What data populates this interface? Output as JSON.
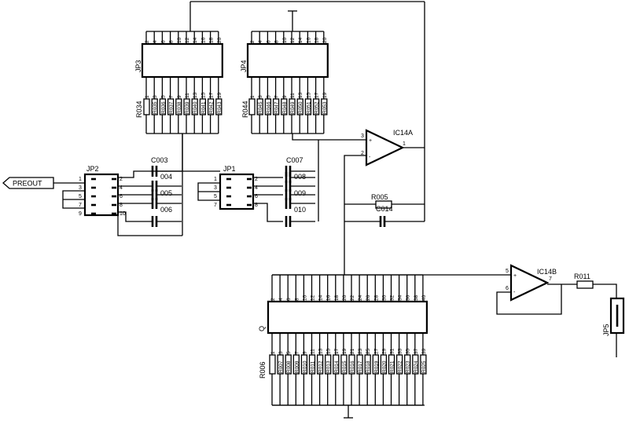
{
  "labels": {
    "preout": "PREOUT",
    "jp2": "JP2",
    "jp1": "JP1",
    "jp3": "JP3",
    "jp4": "JP4",
    "jp5": "JP5",
    "q": "Q",
    "ic14a": "IC14A",
    "ic14b": "IC14B",
    "c003": "C003",
    "c004": "004",
    "c005": "005",
    "c006": "006",
    "c007": "C007",
    "c008": "008",
    "c009": "009",
    "c010": "010",
    "c014": "C014",
    "r005": "R005",
    "r011": "R011",
    "r034": "R034",
    "r044": "R044",
    "r006": "R006"
  },
  "pins": {
    "jp_left": [
      "1",
      "3",
      "5",
      "7",
      "9"
    ],
    "jp_right": [
      "2",
      "4",
      "6",
      "8",
      "10"
    ],
    "header_top_20": [
      "2",
      "4",
      "6",
      "8",
      "10",
      "12",
      "14",
      "16",
      "18",
      "20"
    ],
    "header_bottom_20": [
      "1",
      "3",
      "5",
      "7",
      "9",
      "11",
      "13",
      "15",
      "17",
      "19"
    ],
    "header_top_40": [
      "2",
      "4",
      "6",
      "8",
      "10",
      "12",
      "14",
      "16",
      "18",
      "20",
      "22",
      "24",
      "26",
      "28",
      "30",
      "32",
      "34",
      "36",
      "38",
      "40"
    ],
    "header_bottom_40": [
      "1",
      "3",
      "5",
      "7",
      "9",
      "11",
      "13",
      "15",
      "17",
      "19",
      "21",
      "23",
      "25",
      "27",
      "29",
      "31",
      "33",
      "35",
      "37",
      "39"
    ],
    "ic14a": [
      "+",
      "-",
      "3",
      "2",
      "1"
    ],
    "ic14b": [
      "+",
      "-",
      "5",
      "6",
      "7"
    ]
  },
  "resistor_labels": {
    "jp3": [
      "R035",
      "R036",
      "R037",
      "R038",
      "R039",
      "R040",
      "R041",
      "R042",
      "R043"
    ],
    "jp4": [
      "R045",
      "R046",
      "R047",
      "R048",
      "R049",
      "R050",
      "R051",
      "R052",
      "R053"
    ],
    "q": [
      "R007",
      "R008",
      "R009",
      "R010",
      "R011",
      "R012",
      "R013",
      "R014",
      "R015",
      "R016",
      "R017",
      "R018",
      "R019",
      "R020",
      "R021",
      "R022",
      "R023",
      "R024",
      "R025"
    ]
  }
}
